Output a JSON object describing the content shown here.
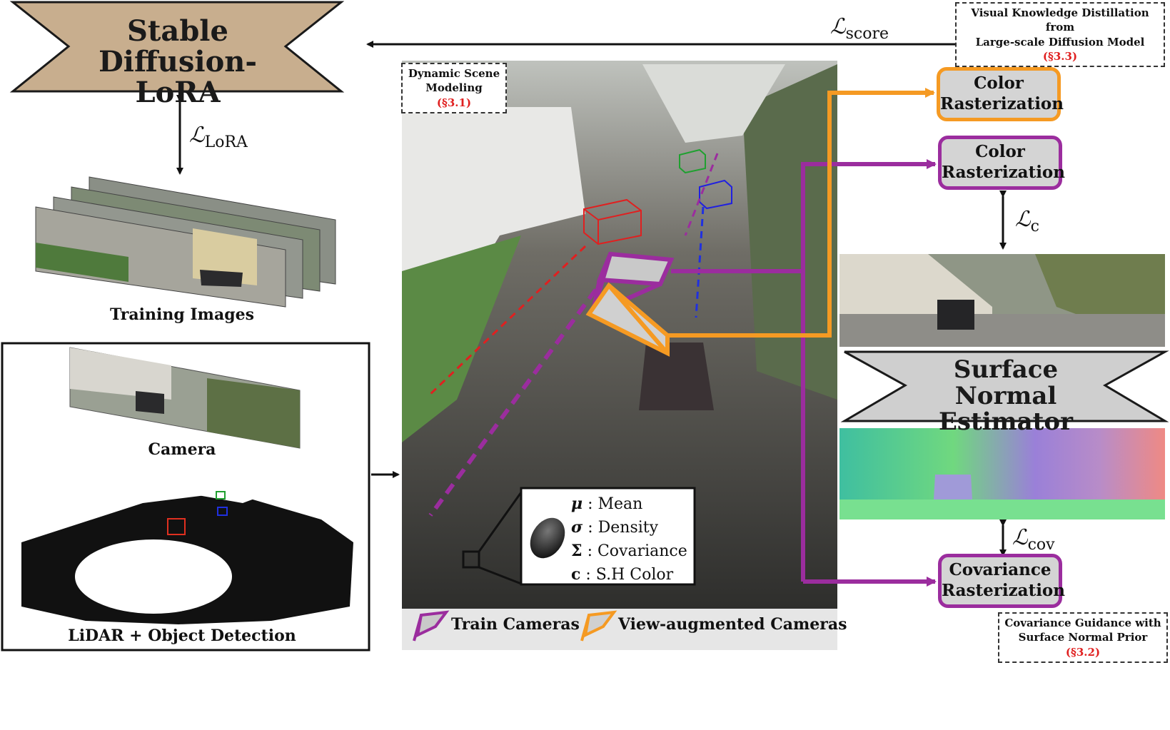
{
  "stable_diffusion": {
    "line1": "Stable Diffusion-",
    "line2": "LoRA"
  },
  "surface_normal": {
    "line1": "Surface Normal",
    "line2": "Estimator"
  },
  "losses": {
    "score_symbol": "ℒ",
    "score_sub": "score",
    "lora_symbol": "ℒ",
    "lora_sub": "LoRA",
    "c_symbol": "ℒ",
    "c_sub": "c",
    "cov_symbol": "ℒ",
    "cov_sub": "cov"
  },
  "notes": {
    "kd_line1": "Visual Knowledge Distillation from",
    "kd_line2": "Large-scale Diffusion Model",
    "kd_ref": "(§3.3)",
    "dyn_line1": "Dynamic Scene",
    "dyn_line2": "Modeling",
    "dyn_ref": "(§3.1)",
    "cov_line1": "Covariance Guidance with",
    "cov_line2": "Surface Normal Prior",
    "cov_ref": "(§3.2)"
  },
  "rasterizers": {
    "color_top_l1": "Color",
    "color_top_l2": "Rasterization",
    "color_mid_l1": "Color",
    "color_mid_l2": "Rasterization",
    "cov_l1": "Covariance",
    "cov_l2": "Rasterization"
  },
  "captions": {
    "training_images": "Training Images",
    "camera": "Camera",
    "lidar": "LiDAR + Object Detection"
  },
  "gaussian_params": [
    {
      "symbol": "μ",
      "label": ": Mean"
    },
    {
      "symbol": "σ",
      "label": ": Density"
    },
    {
      "symbol": "Σ",
      "label": ": Covariance"
    },
    {
      "symbol": "c",
      "label": ": S.H Color"
    }
  ],
  "legend": {
    "train": "Train Cameras",
    "augmented": "View-augmented Cameras"
  },
  "colors": {
    "orange": "#f59a23",
    "purple": "#9b2d9e",
    "ribbon_brown": "#c8ae8e",
    "ribbon_gray": "#cfcfcf"
  }
}
